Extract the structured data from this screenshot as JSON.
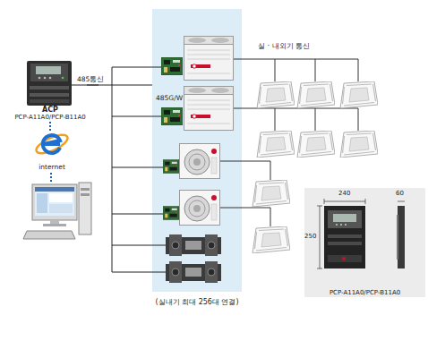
{
  "diagram": {
    "nodes": [
      {
        "text": [
          "ACP",
          "PCP-A11A0/PCP-B11A0"
        ]
      },
      {
        "text": [
          "internet"
        ]
      },
      {
        "text": [
          "(실내기 최대 256대 연결)"
        ]
      },
      {
        "text": [
          "PCP-A11A0/PCP-B11A0"
        ]
      }
    ],
    "edges": [
      {
        "from": 0,
        "to": 1,
        "arrow": "none"
      },
      {
        "from": 0,
        "to": 2,
        "label": "485통신",
        "arrow": "none"
      }
    ],
    "labels": [
      "실 · 내외기 통신",
      "485G/W",
      "240",
      "60",
      "250"
    ]
  }
}
